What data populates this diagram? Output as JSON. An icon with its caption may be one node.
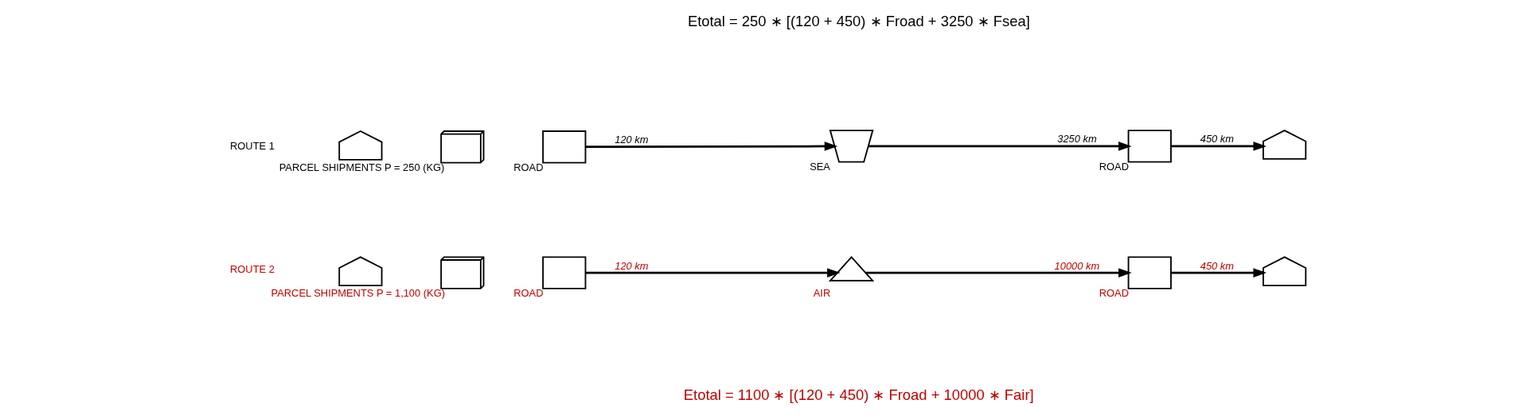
{
  "diagram": {
    "nodes": [
      {
        "text": [],
        "shape": "warehouse"
      },
      {
        "text": [],
        "shape": "parcel",
        "beside": [
          "PARCEL SHIPMENTS P = 250 (KG)"
        ]
      },
      {
        "text": [],
        "shape": "truck",
        "beside": [
          "ROAD"
        ]
      },
      {
        "text": [],
        "shape": "ship",
        "beside": [
          "SEA"
        ]
      },
      {
        "text": [],
        "shape": "truck",
        "beside": [
          "ROAD"
        ]
      },
      {
        "text": [],
        "shape": "store"
      },
      {
        "text": [],
        "shape": "warehouse"
      },
      {
        "text": [],
        "shape": "parcel",
        "beside": [
          "PARCEL SHIPMENTS P = 1,100 (KG)"
        ]
      },
      {
        "text": [],
        "shape": "truck",
        "beside": [
          "ROAD"
        ]
      },
      {
        "text": [],
        "shape": "airplane",
        "beside": [
          "AIR"
        ]
      },
      {
        "text": [],
        "shape": "truck",
        "beside": [
          "ROAD"
        ]
      },
      {
        "text": [],
        "shape": "store"
      }
    ],
    "edges": [
      {
        "from": 2,
        "to": 3,
        "arrow": "to",
        "label": "120 km"
      },
      {
        "from": 3,
        "to": 4,
        "arrow": "to",
        "label": "3250 km"
      },
      {
        "from": 4,
        "to": 5,
        "arrow": "to",
        "label": "450 km"
      },
      {
        "from": 8,
        "to": 9,
        "arrow": "to",
        "label": "120 km"
      },
      {
        "from": 9,
        "to": 10,
        "arrow": "to",
        "label": "10000 km"
      },
      {
        "from": 10,
        "to": 11,
        "arrow": "to",
        "label": "450 km"
      }
    ],
    "labels": [
      "Etotal = 250 ∗ [(120 + 450) ∗ Froad + 3250 ∗ Fsea]",
      "ROUTE 1",
      "ROUTE 2",
      "Etotal = 1100 ∗ [(120 + 450) ∗ Froad + 10000 ∗ Fair]"
    ]
  }
}
